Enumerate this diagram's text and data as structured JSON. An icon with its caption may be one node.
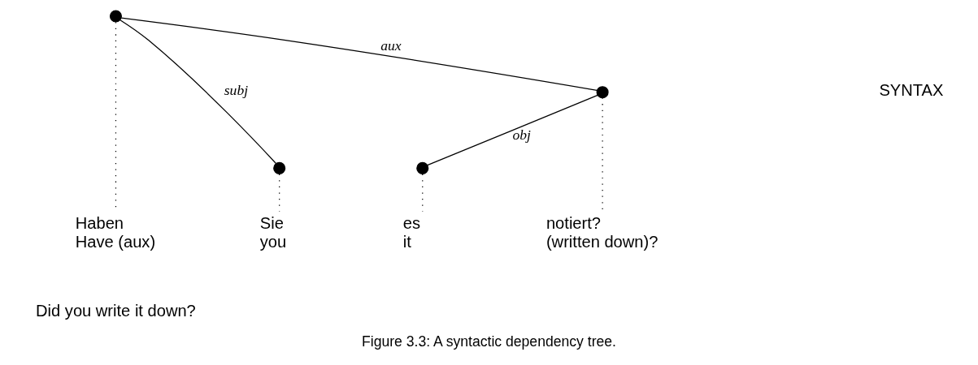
{
  "diagram": {
    "caption": "Figure 3.3: A syntactic dependency tree.",
    "nodes": [
      {
        "text": [],
        "shape": "circle"
      },
      {
        "text": [],
        "shape": "circle"
      },
      {
        "text": [],
        "shape": "circle"
      },
      {
        "text": [],
        "shape": "circle"
      },
      {
        "text": [
          "Haben",
          "Have (aux)"
        ]
      },
      {
        "text": [
          "Sie",
          "you"
        ]
      },
      {
        "text": [
          "es",
          "it"
        ]
      },
      {
        "text": [
          "notiert?",
          "(written down)?"
        ]
      }
    ],
    "edges": [
      {
        "from": 0,
        "to": 3,
        "arrow": "none",
        "label": "aux"
      },
      {
        "from": 0,
        "to": 1,
        "arrow": "none",
        "label": "subj"
      },
      {
        "from": 3,
        "to": 2,
        "arrow": "none",
        "label": "obj"
      },
      {
        "from": 0,
        "to": 4,
        "arrow": "none",
        "style": "dashed"
      },
      {
        "from": 1,
        "to": 5,
        "arrow": "none",
        "style": "dashed"
      },
      {
        "from": 2,
        "to": 6,
        "arrow": "none",
        "style": "dashed"
      },
      {
        "from": 3,
        "to": 7,
        "arrow": "none",
        "style": "dashed"
      }
    ],
    "labels": [
      "SYNTAX",
      "Did you write it down?"
    ]
  }
}
